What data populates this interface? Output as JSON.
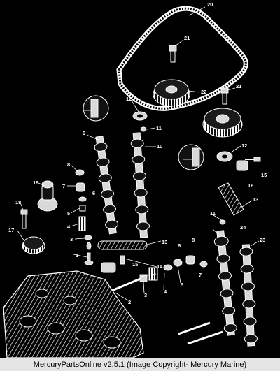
{
  "caption": "MercuryPartsOnline v2.5.1 (Image Copyright- Mercury Marine)",
  "callouts": [
    "20",
    "21",
    "22",
    "21",
    "12",
    "11",
    "9",
    "10",
    "12",
    "15",
    "16",
    "8",
    "7",
    "6",
    "5",
    "4",
    "3",
    "1",
    "13",
    "19",
    "18",
    "17",
    "13",
    "6",
    "8",
    "11",
    "24",
    "7",
    "23",
    "14",
    "15",
    "5",
    "4",
    "3",
    "2"
  ]
}
